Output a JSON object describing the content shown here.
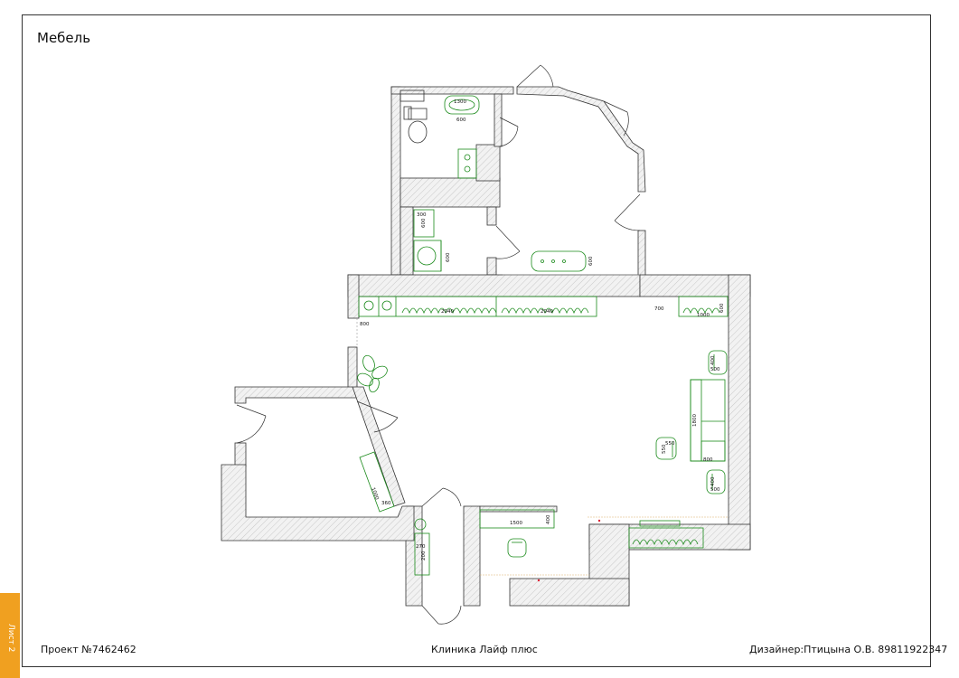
{
  "sheet": {
    "title": "Мебель",
    "tab_label": "Лист 2"
  },
  "footer": {
    "project": "Проект №7462462",
    "client": "Клиника Лайф плюс",
    "designer": "Дизайнер:Птицына О.В. 89811922347"
  },
  "dimensions": {
    "bath_width": "1300",
    "bath_sink": "600",
    "laundry_depth": "300",
    "laundry_shelf": "600",
    "washer": "600",
    "bench": "600",
    "left_module": "800",
    "cabinet_1": "2040",
    "cabinet_2": "2040",
    "corner_gap": "700",
    "corner_cabinet": "1000",
    "corner_cabinet_depth": "600",
    "chair_top_a": "400",
    "chair_top_b": "500",
    "sofa_length": "1800",
    "armchair_a": "550",
    "armchair_b": "550",
    "sofa_depth": "800",
    "chair_bottom_a": "400",
    "chair_bottom_b": "500",
    "left_cabinet_len": "1000",
    "left_cabinet_depth": "360",
    "desk_length": "1500",
    "desk_depth": "400",
    "hall_a": "270",
    "hall_b": "200"
  },
  "colors": {
    "furniture": "#1a8a1a",
    "wall_fill": "#e9e9e9",
    "line": "#333333",
    "accent_tab": "#f0a020"
  },
  "icons": [
    "toilet-icon",
    "sink-icon",
    "washer-icon",
    "plant-icon",
    "chair-icon",
    "door-swing-icon"
  ]
}
